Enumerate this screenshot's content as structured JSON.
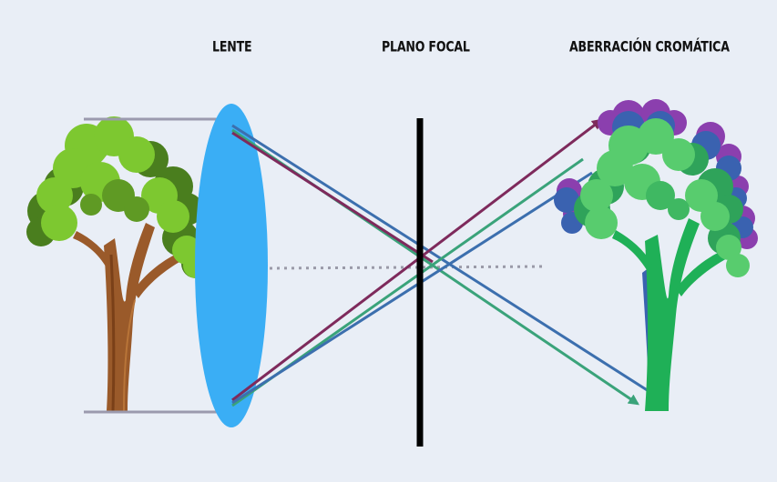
{
  "labels": {
    "lens": "LENTE",
    "focal_plane": "PLANO FOCAL",
    "chromatic_aberration": "ABERRACIÓN CROMÁTICA"
  },
  "colors": {
    "background": "#e9eef6",
    "lens": "#3aaef5",
    "focal_plane": "#000000",
    "incident_ray": "#9b9aae",
    "optical_axis": "#9a9aa8",
    "ray_purple": "#7e2a5c",
    "ray_green": "#3aa37a",
    "ray_blue": "#3c6fae",
    "tree_trunk": "#9a5a2a",
    "tree_leaves_light": "#7dc830",
    "tree_leaves_dark": "#4a7e1e",
    "image_tree_green": "#1fb057",
    "image_tree_leaves": "#4dc36a",
    "image_fringe_purple": "#8b3fae",
    "image_fringe_blue": "#3a62b0"
  }
}
